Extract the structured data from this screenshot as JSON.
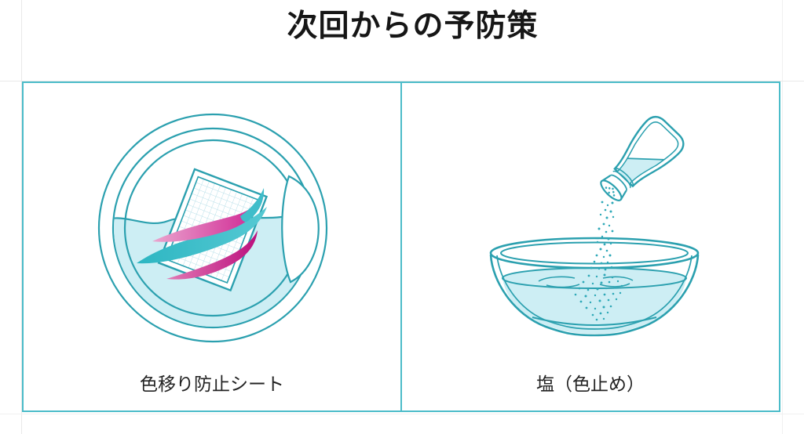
{
  "page": {
    "title": "次回からの予防策",
    "background_color": "#ffffff",
    "panel_border_color": "#4bbcc9",
    "grid_line_color": "#e9e9e9",
    "illustration_line_color": "#2ba0af",
    "illustration_water_color": "#cdeef4",
    "swirl_pink_color": "#cf2090",
    "swirl_teal_color": "#29b2bf",
    "title_color": "#161616",
    "caption_color": "#232323"
  },
  "panels": [
    {
      "id": "color-transfer-prevention-sheet",
      "label": "色移り防止シート",
      "illustration": "washing-machine-drum-with-color-catcher-sheet-and-color-swirls"
    },
    {
      "id": "salt-color-fixing",
      "label": "塩（色止め）",
      "illustration": "salt-shaker-pouring-salt-into-bowl-of-water"
    }
  ]
}
